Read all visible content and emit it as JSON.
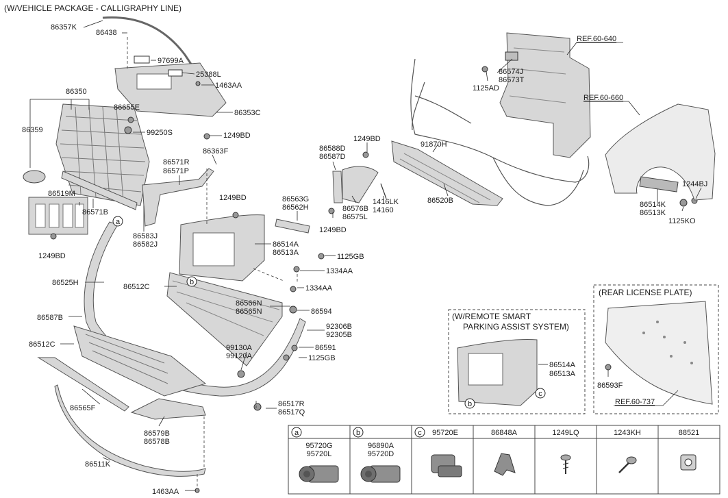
{
  "header": {
    "title": "(W/VEHICLE PACKAGE - CALLIGRAPHY LINE)"
  },
  "callouts": {
    "l01": "86357K",
    "l02": "86438",
    "l03": "97699A",
    "l04": "25388L",
    "l05": "1463AA",
    "l06": "86350",
    "l07": "86655E",
    "l08": "86353C",
    "l09": "86359",
    "l10": "99250S",
    "l11": "1249BD",
    "l12": "86363F",
    "l13": "86571R",
    "l14": "86571P",
    "l15": "86519M",
    "l16": "86571B",
    "l17": "1249BD",
    "l18": "86583J",
    "l19": "86582J",
    "l20": "1249BD",
    "l21": "86514A",
    "l22": "86513A",
    "l23": "1125GB",
    "l24": "1334AA",
    "l25": "86525H",
    "l26": "86512C",
    "l27": "1334AA",
    "l28": "86566N",
    "l29": "86565N",
    "l30": "86594",
    "l31": "86587B",
    "l32": "92306B",
    "l33": "92305B",
    "l34": "86512C",
    "l35": "99130A",
    "l36": "99120A",
    "l37": "86591",
    "l38": "1125GB",
    "l39": "86565F",
    "l40": "86517R",
    "l41": "86517Q",
    "l42": "86579B",
    "l43": "86578B",
    "l44": "86511K",
    "l45": "1463AA",
    "l46": "1249BD",
    "l47": "86588D",
    "l48": "86587D",
    "l49": "86563G",
    "l50": "86562H",
    "l51": "86576B",
    "l52": "86575L",
    "l53": "1416LK",
    "l54": "14160",
    "l55": "1249BD",
    "l56": "91870H",
    "l57": "86520B",
    "l58": "86574J",
    "l59": "86573T",
    "l60": "1125AD",
    "l61": "REF.60-640",
    "l62": "REF.60-660",
    "l63": "1244BJ",
    "l64": "86514K",
    "l65": "86513K",
    "l66": "1125KO",
    "a": "a",
    "b": "b"
  },
  "inset_smart": {
    "title_1": "(W/REMOTE SMART",
    "title_2": "PARKING ASSIST SYSTEM)",
    "part_1": "86514A",
    "part_2": "86513A",
    "b": "b",
    "c": "c"
  },
  "inset_license": {
    "title": "(REAR LICENSE PLATE)",
    "part": "86593F",
    "ref": "REF.60-737"
  },
  "table": {
    "cells": [
      {
        "letter": "a",
        "code": "",
        "sub1": "95720G",
        "sub2": "95720L"
      },
      {
        "letter": "b",
        "code": "",
        "sub1": "96890A",
        "sub2": "95720D"
      },
      {
        "letter": "c",
        "code": "95720E",
        "sub1": "",
        "sub2": ""
      },
      {
        "letter": "",
        "code": "86848A",
        "sub1": "",
        "sub2": ""
      },
      {
        "letter": "",
        "code": "1249LQ",
        "sub1": "",
        "sub2": ""
      },
      {
        "letter": "",
        "code": "1243KH",
        "sub1": "",
        "sub2": ""
      },
      {
        "letter": "",
        "code": "88521",
        "sub1": "",
        "sub2": ""
      }
    ]
  }
}
